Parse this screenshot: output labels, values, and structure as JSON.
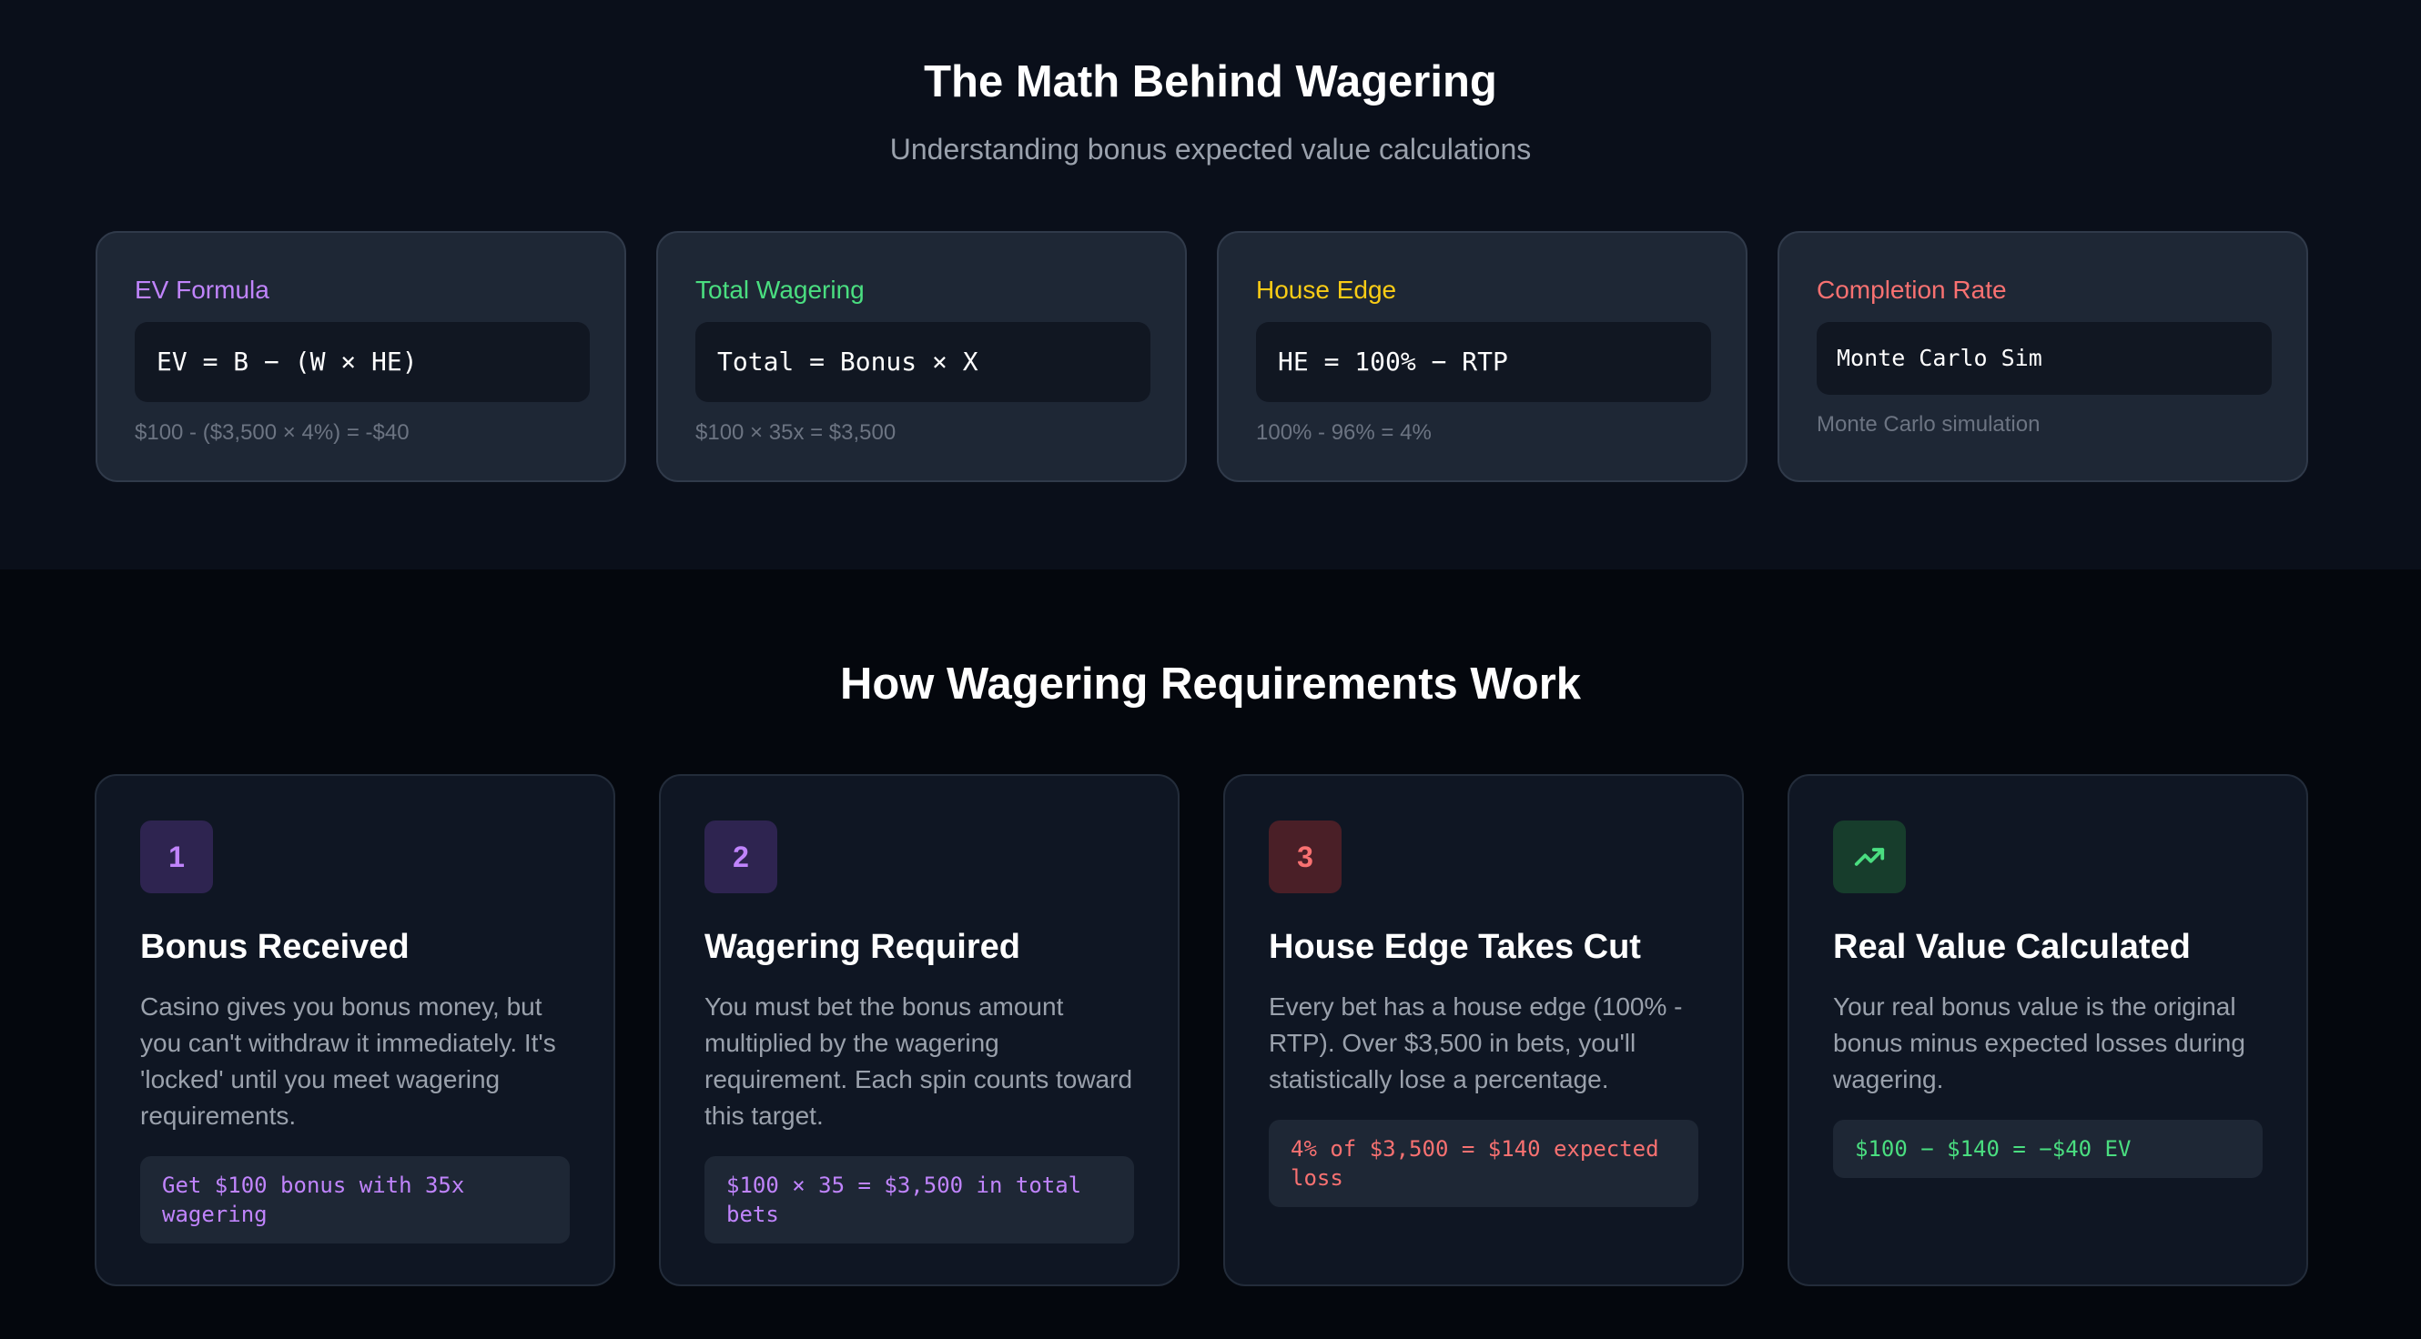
{
  "header": {
    "title": "The Math Behind Wagering",
    "subtitle": "Understanding bonus expected value calculations"
  },
  "formulas": [
    {
      "title": "EV Formula",
      "formula": "EV = B − (W × HE)",
      "note": "$100 - ($3,500 × 4%) = -$40",
      "color": "#c084fc"
    },
    {
      "title": "Total Wagering",
      "formula": "Total = Bonus × X",
      "note": "$100 × 35x = $3,500",
      "color": "#4ade80"
    },
    {
      "title": "House Edge",
      "formula": "HE = 100% − RTP",
      "note": "100% - 96% = 4%",
      "color": "#facc15"
    },
    {
      "title": "Completion Rate",
      "formula": "Monte Carlo Sim",
      "note": "Monte Carlo simulation",
      "color": "#f87171"
    }
  ],
  "section2": {
    "title": "How Wagering Requirements Work"
  },
  "steps": [
    {
      "badge": "1",
      "title": "Bonus Received",
      "description": "Casino gives you bonus money, but you can't withdraw it immediately. It's 'locked' until you meet wagering requirements.",
      "example": "Get $100 bonus with 35x wagering",
      "accent": "#c084fc",
      "badge_bg": "#2e2450"
    },
    {
      "badge": "2",
      "title": "Wagering Required",
      "description": "You must bet the bonus amount multiplied by the wagering requirement. Each spin counts toward this target.",
      "example": "$100 × 35 = $3,500 in total bets",
      "accent": "#c084fc",
      "badge_bg": "#2e2450"
    },
    {
      "badge": "3",
      "title": "House Edge Takes Cut",
      "description": "Every bet has a house edge (100% - RTP). Over $3,500 in bets, you'll statistically lose a percentage.",
      "example": "4% of $3,500 = $140 expected loss",
      "accent": "#f87171",
      "badge_bg": "#4a1f27"
    },
    {
      "badge_icon": "trending-up-icon",
      "title": "Real Value Calculated",
      "description": "Your real bonus value is the original bonus minus expected losses during wagering.",
      "example": "$100 − $140 = −$40 EV",
      "accent": "#4ade80",
      "badge_bg": "#173d2c"
    }
  ]
}
